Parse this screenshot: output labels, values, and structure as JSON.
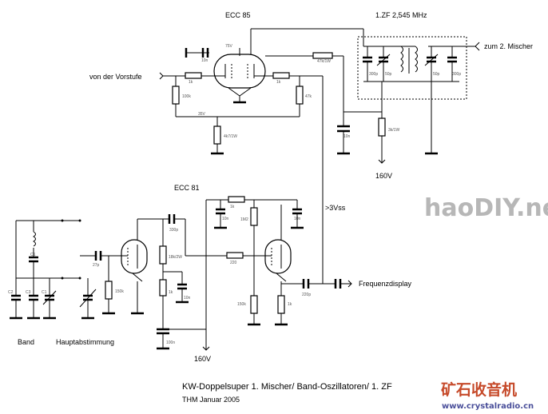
{
  "labels": {
    "tube_ecc85": "ECC 85",
    "tube_ecc81": "ECC 81",
    "if_filter": "1.ZF 2,545 MHz",
    "out_mixer": "zum 2. Mischer",
    "in_preamp": "von der Vorstufe",
    "v_plate": "75V",
    "v_cathode": "35V",
    "v_supply_top": "160V",
    "v_supply_bottom": "160V",
    "v_osc": ">3Vss",
    "out_display": "Frequenzdisplay",
    "band": "Band",
    "main_tuning": "Hauptabstimmung",
    "caption": "KW-Doppelsuper 1. Mischer/ Band-Oszillatoren/ 1. ZF",
    "credit": "THM Januar 2005"
  },
  "values": {
    "c_10n_a": "10n",
    "r_1k_in": "1k",
    "r_100k_g": "100k",
    "r_47k_1w": "47k/1W",
    "r_1k_g2": "1k",
    "r_47k_g2": "47k",
    "r_4k7_1w": "4k7/1W",
    "c_10n_b": "10n",
    "r_3k_1w": "3k/1W",
    "c_300p_a": "300p",
    "c_50p_a": "50p",
    "c_50p_b": "50p",
    "c_300p_b": "300p",
    "r_1k_top": "1k",
    "c_10n_top": "10n",
    "c_330p": "330p",
    "c_10n_top2": "10n",
    "r_1m2": "1M2",
    "r_18k_2w": "18k/2W",
    "c_27p": "27p",
    "r_150k_a": "150k",
    "r_220": "220",
    "r_1k_mid": "1k",
    "c_10n_mid": "10n",
    "r_150k_b": "150k",
    "c_220p": "220p",
    "r_1k_cat": "1k",
    "c_100n": "100n",
    "c_c2": "C2",
    "c_c3": "C3",
    "c_c1": "C1",
    "c_c1b": "C1"
  },
  "watermarks": {
    "logo_haody": "haoDIY.net",
    "logo_cn": "矿石收音机",
    "url": "www.crystalradio.cn"
  },
  "colors": {
    "logo_grey": "#b7b7b7",
    "logo_red": "#c64a2a",
    "url_blue": "#4a4f9a"
  }
}
